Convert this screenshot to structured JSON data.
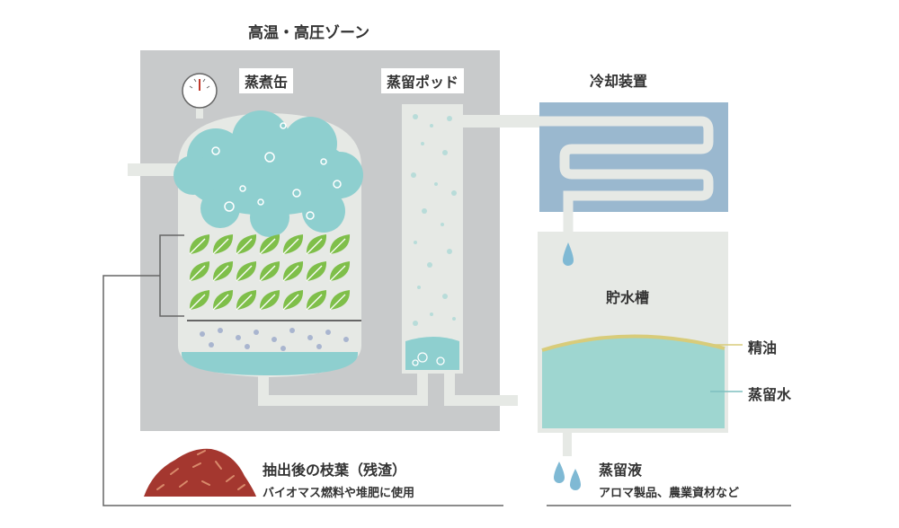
{
  "zone_title": "高温・高圧ゾーン",
  "labels": {
    "kettle": "蒸煮缶",
    "pot": "蒸留ポッド",
    "cooler": "冷却装置",
    "tank": "貯水槽",
    "oil": "精油",
    "water": "蒸留水",
    "residue_title": "抽出後の枝葉（残渣）",
    "residue_desc": "バイオマス燃料や堆肥に使用",
    "distillate_title": "蒸留液",
    "distillate_desc": "アロマ製品、農業資材など"
  },
  "icons": [
    "pressure-gauge-icon",
    "leaf-icon",
    "wood-chip-pile-icon",
    "water-drop-icon",
    "steam-cloud-icon"
  ],
  "colors": {
    "zone_bg": "#c8cacb",
    "vessel": "#e6e9e5",
    "steam": "#8ecfcf",
    "leaf": "#7fbf4a",
    "cooler": "#9ab8cf",
    "oil": "#d8cc7a",
    "water": "#9ed6d0",
    "residue": "#a4372f",
    "line": "#666666"
  }
}
